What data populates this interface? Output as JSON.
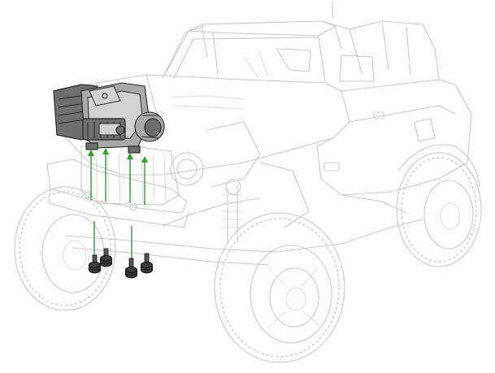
{
  "figure": {
    "subject": "rock-crawler-truck-winch-installation",
    "highlighted_part": "winch",
    "fasteners": "screws",
    "fastener_count": 4,
    "guide_line_count": 6,
    "colors": {
      "outline_ghost": "#c9c9c9",
      "part_highlight": "#6e6e6e",
      "guide_lines": "#2e9e2e",
      "screws": "#3a3a3a",
      "background": "#ffffff"
    }
  }
}
